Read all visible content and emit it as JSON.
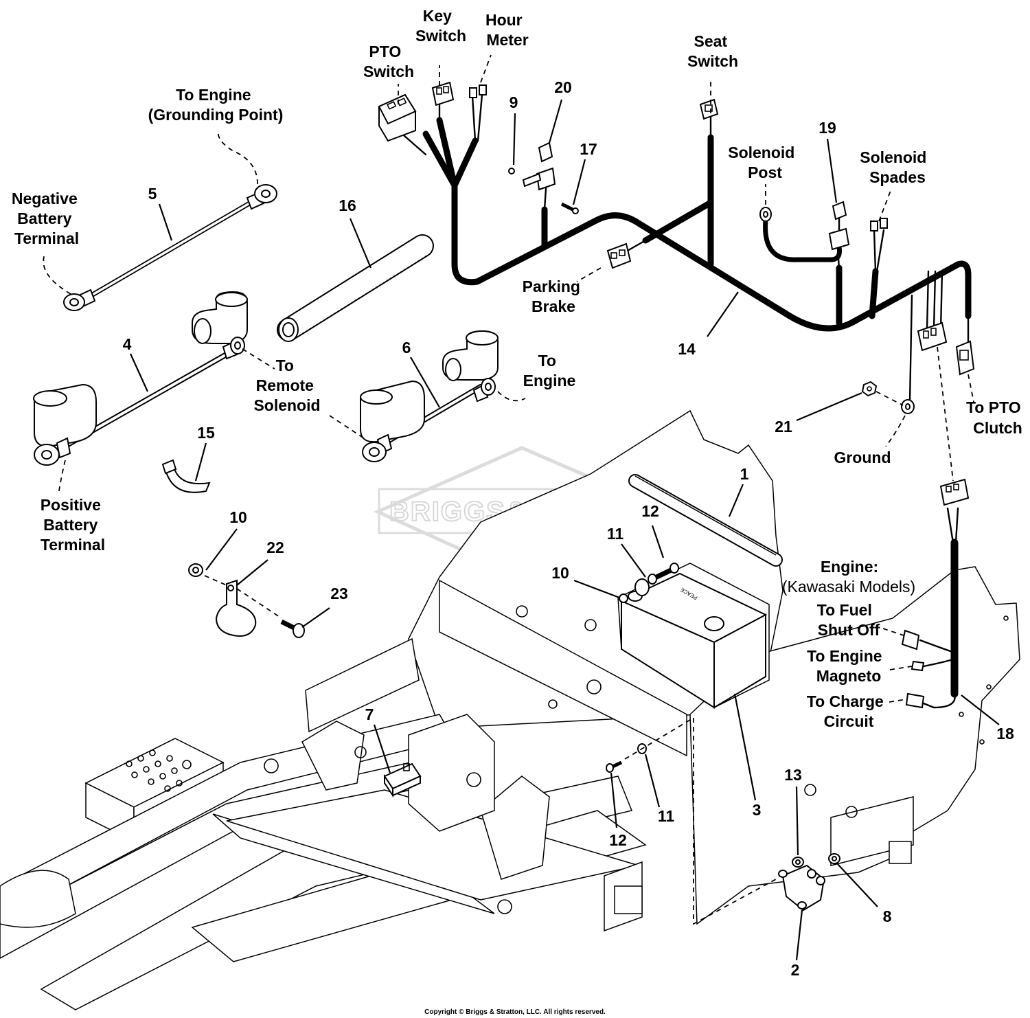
{
  "watermark": "BRIGGS&STRATTON",
  "copyright": "Copyright © Briggs & Stratton, LLC. All rights reserved.",
  "labels": {
    "key_switch": [
      "Key",
      "Switch"
    ],
    "hour_meter": [
      "Hour",
      "Meter"
    ],
    "pto_switch": [
      "PTO",
      "Switch"
    ],
    "seat_switch": [
      "Seat",
      "Switch"
    ],
    "to_engine_ground": [
      "To Engine",
      "(Grounding Point)"
    ],
    "negative_battery": [
      "Negative",
      "Battery",
      "Terminal"
    ],
    "solenoid_post": [
      "Solenoid",
      "Post"
    ],
    "solenoid_spades": [
      "Solenoid",
      "Spades"
    ],
    "parking_brake": [
      "Parking",
      "Brake"
    ],
    "to_remote_solenoid": [
      "To",
      "Remote",
      "Solenoid"
    ],
    "to_engine": [
      "To",
      "Engine"
    ],
    "to_pto_clutch": [
      "To PTO",
      "Clutch"
    ],
    "ground": "Ground",
    "positive_battery": [
      "Positive",
      "Battery",
      "Terminal"
    ],
    "engine_models": [
      "Engine:",
      "(Kawasaki Models)"
    ],
    "to_fuel_shutoff": [
      "To Fuel",
      "Shut Off"
    ],
    "to_engine_magneto": [
      "To Engine",
      "Magneto"
    ],
    "to_charge_circuit": [
      "To Charge",
      "Circuit"
    ]
  },
  "callouts": {
    "n1": "1",
    "n2": "2",
    "n3": "3",
    "n4": "4",
    "n5": "5",
    "n6": "6",
    "n7": "7",
    "n8": "8",
    "n9": "9",
    "n10a": "10",
    "n10b": "10",
    "n11a": "11",
    "n11b": "11",
    "n12a": "12",
    "n12b": "12",
    "n13": "13",
    "n14": "14",
    "n15": "15",
    "n16": "16",
    "n17": "17",
    "n18": "18",
    "n19": "19",
    "n20": "20",
    "n21": "21",
    "n22": "22",
    "n23": "23"
  }
}
